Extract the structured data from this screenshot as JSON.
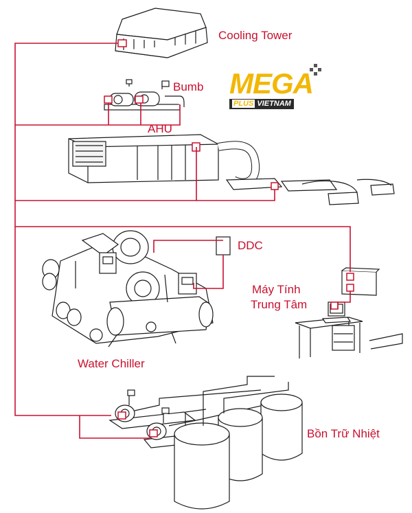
{
  "labels": {
    "cooling_tower": "Cooling Tower",
    "pump": "Bumb",
    "ahu": "AHU",
    "ddc": "DDC",
    "computer_line1": "Máy Tính",
    "computer_line2": "Trung Tâm",
    "water_chiller": "Water Chiller",
    "thermal_storage": "Bồn Trữ Nhiệt"
  },
  "logo": {
    "brand": "MEGA",
    "plus": "PLUS",
    "country": "VIETNAM"
  },
  "colors": {
    "connection_line": "#c8102e",
    "label_text": "#c8102e",
    "logo_accent": "#f2b705",
    "equipment_outline": "#1a1a1a"
  }
}
